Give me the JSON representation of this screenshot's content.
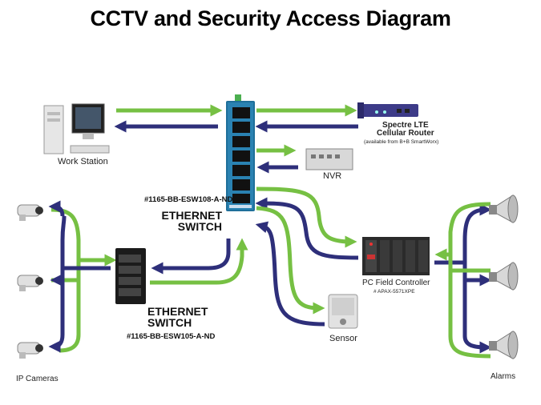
{
  "title": "CCTV and Security Access Diagram",
  "labels": {
    "workstation": "Work Station",
    "router_line1": "Spectre LTE",
    "router_line2": "Cellular Router",
    "router_note": "(available from B+B SmartWorx)",
    "nvr": "NVR",
    "main_switch_part": "#1165-BB-ESW108-A-ND",
    "main_switch_line1": "ETHERNET",
    "main_switch_line2": "SWITCH",
    "small_switch_line1": "ETHERNET",
    "small_switch_line2": "SWITCH",
    "small_switch_part": "#1165-BB-ESW105-A-ND",
    "controller": "PC Field Controller",
    "controller_part": "# APAX-5571XPE",
    "sensor": "Sensor",
    "cameras": "IP Cameras",
    "alarms": "Alarms"
  },
  "colors": {
    "green": "#76c043",
    "navy": "#2e2f7a",
    "switch_blue": "#1f6f9a"
  },
  "icons": [
    "workstation-icon",
    "router-icon",
    "nvr-icon",
    "ethernet-switch-icon",
    "camera-icon",
    "controller-icon",
    "sensor-icon",
    "siren-icon"
  ]
}
